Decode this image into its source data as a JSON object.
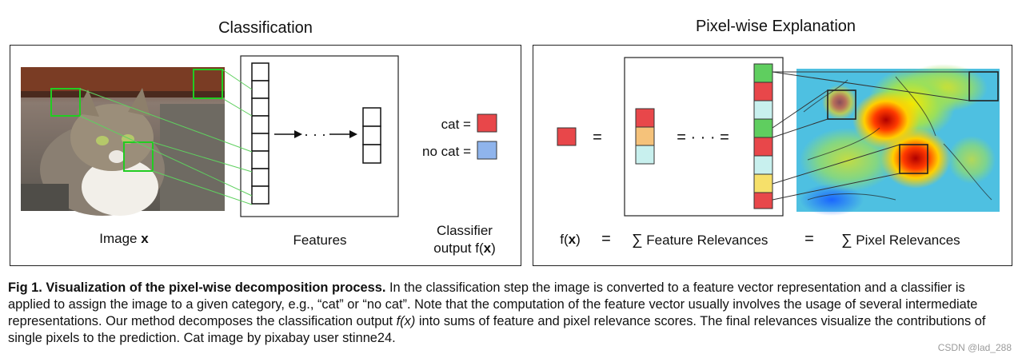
{
  "left": {
    "title": "Classification",
    "image_label_prefix": "Image ",
    "image_label_var": "x",
    "features_label": "Features",
    "dots": "· · ·",
    "cat_label": "cat =",
    "nocat_label": "no cat =",
    "classifier_line1": "Classifier",
    "classifier_line2_prefix": "output f(",
    "classifier_line2_var": "x",
    "classifier_line2_suffix": ")"
  },
  "right": {
    "title": "Pixel-wise Explanation",
    "equals": "=",
    "dots": "= · · · =",
    "eq_fx_prefix": "f(",
    "eq_fx_var": "x",
    "eq_fx_suffix": ")",
    "eq_sum": "∑",
    "eq_feature_relevances": "Feature Relevances",
    "eq_pixel_relevances": "Pixel Relevances"
  },
  "colors": {
    "red": "#e8474a",
    "blue": "#8fb4ec",
    "orange": "#f5c27a",
    "light_cyan": "#c8f0ee",
    "green": "#5fce5f",
    "yellow": "#f6e06a",
    "box_green": "#22cc22"
  },
  "caption": {
    "fig_label": "Fig 1.",
    "bold_title": "Visualization of the pixel-wise decomposition process.",
    "text_a": " In the classification step the image is converted to a feature vector representation and a classifier is applied to assign the image to a given category, e.g., “cat” or “no cat”. Note that the computation of the feature vector usually involves the usage of several intermediate representations. Our method decomposes the classification output ",
    "text_fx": "f(x)",
    "text_b": " into sums of feature and pixel relevance scores. The final relevances visualize the contributions of single pixels to the prediction. Cat image by pixabay user stinne24."
  },
  "watermark": "CSDN @lad_288"
}
